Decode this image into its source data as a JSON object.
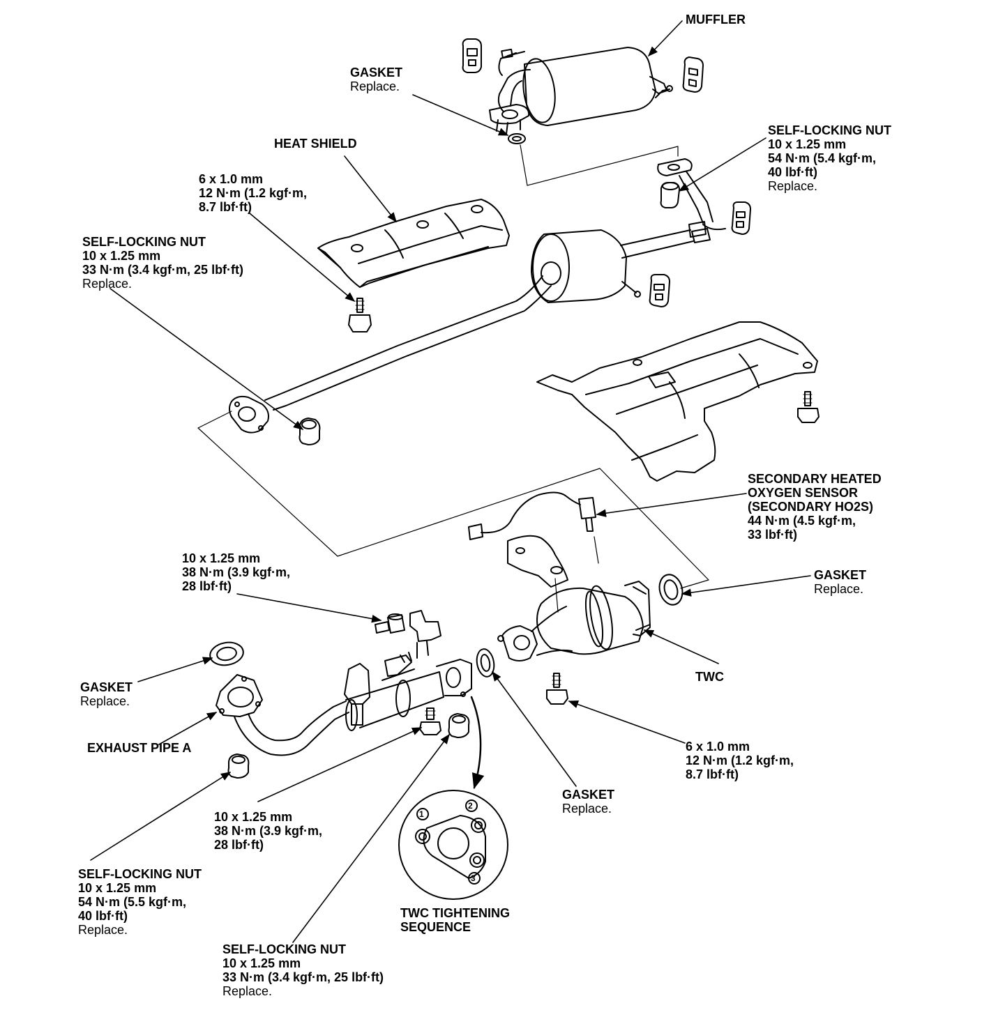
{
  "labels": {
    "muffler": {
      "title": "MUFFLER"
    },
    "gasket_top": {
      "title": "GASKET",
      "note": "Replace."
    },
    "heat_shield": {
      "title": "HEAT SHIELD"
    },
    "bolt_heat_shield": {
      "line1": "6 x 1.0 mm",
      "line2": "12 N·m (1.2 kgf·m,",
      "line3": "8.7 lbf·ft)"
    },
    "nut_top_right": {
      "title": "SELF-LOCKING NUT",
      "line1": "10 x 1.25 mm",
      "line2": "54 N·m (5.4 kgf·m,",
      "line3": "40 lbf·ft)",
      "note": "Replace."
    },
    "nut_left_mid": {
      "title": "SELF-LOCKING NUT",
      "line1": "10 x 1.25 mm",
      "line2": "33 N·m (3.4 kgf·m, 25 lbf·ft)",
      "note": "Replace."
    },
    "ho2s": {
      "line1": "SECONDARY HEATED",
      "line2": "OXYGEN SENSOR",
      "line3": "(SECONDARY HO2S)",
      "line4": "44 N·m (4.5 kgf·m,",
      "line5": "33 lbf·ft)"
    },
    "bolt_bracket": {
      "line1": "10 x 1.25 mm",
      "line2": "38 N·m (3.9 kgf·m,",
      "line3": "28 lbf·ft)"
    },
    "gasket_right": {
      "title": "GASKET",
      "note": "Replace."
    },
    "twc": {
      "title": "TWC"
    },
    "gasket_left": {
      "title": "GASKET",
      "note": "Replace."
    },
    "exhaust_pipe_a": {
      "title": "EXHAUST PIPE A"
    },
    "bolt_twc": {
      "line1": "6 x 1.0 mm",
      "line2": "12 N·m (1.2 kgf·m,",
      "line3": "8.7 lbf·ft)"
    },
    "bolt_flange": {
      "line1": "10 x 1.25 mm",
      "line2": "38 N·m (3.9 kgf·m,",
      "line3": "28 lbf·ft)"
    },
    "gasket_center": {
      "title": "GASKET",
      "note": "Replace."
    },
    "nut_bottom_left": {
      "title": "SELF-LOCKING NUT",
      "line1": "10 x 1.25 mm",
      "line2": "54 N·m (5.5 kgf·m,",
      "line3": "40 lbf·ft)",
      "note": "Replace."
    },
    "twc_sequence": {
      "line1": "TWC TIGHTENING",
      "line2": "SEQUENCE"
    },
    "nut_bottom_center": {
      "title": "SELF-LOCKING NUT",
      "line1": "10 x 1.25 mm",
      "line2": "33 N·m (3.4 kgf·m, 25 lbf·ft)",
      "note": "Replace."
    }
  },
  "sequence": [
    "1",
    "2",
    "3"
  ]
}
